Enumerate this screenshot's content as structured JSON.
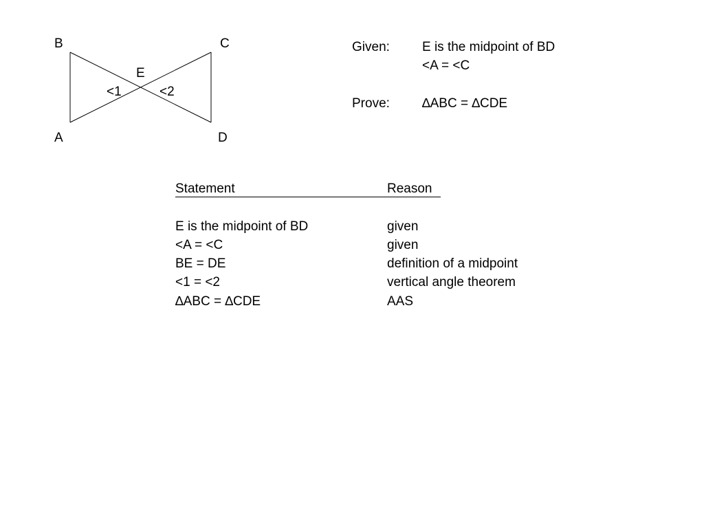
{
  "figure": {
    "labels": {
      "B": "B",
      "C": "C",
      "E": "E",
      "A": "A",
      "D": "D",
      "angle1": "<1",
      "angle2": "<2"
    }
  },
  "given": {
    "label": "Given:",
    "lines": [
      "E is the midpoint of BD",
      "<A = <C"
    ]
  },
  "prove": {
    "label": "Prove:",
    "statement": "∆ABC = ∆CDE"
  },
  "proof": {
    "headers": {
      "statement": "Statement",
      "reason": "Reason"
    },
    "rows": [
      {
        "statement": "E is the midpoint of BD",
        "reason": "given"
      },
      {
        "statement": "<A = <C",
        "reason": "given"
      },
      {
        "statement": "BE = DE",
        "reason": "definition of a midpoint"
      },
      {
        "statement": "<1 = <2",
        "reason": "vertical angle theorem"
      },
      {
        "statement": "∆ABC = ∆CDE",
        "reason": "AAS"
      }
    ]
  }
}
